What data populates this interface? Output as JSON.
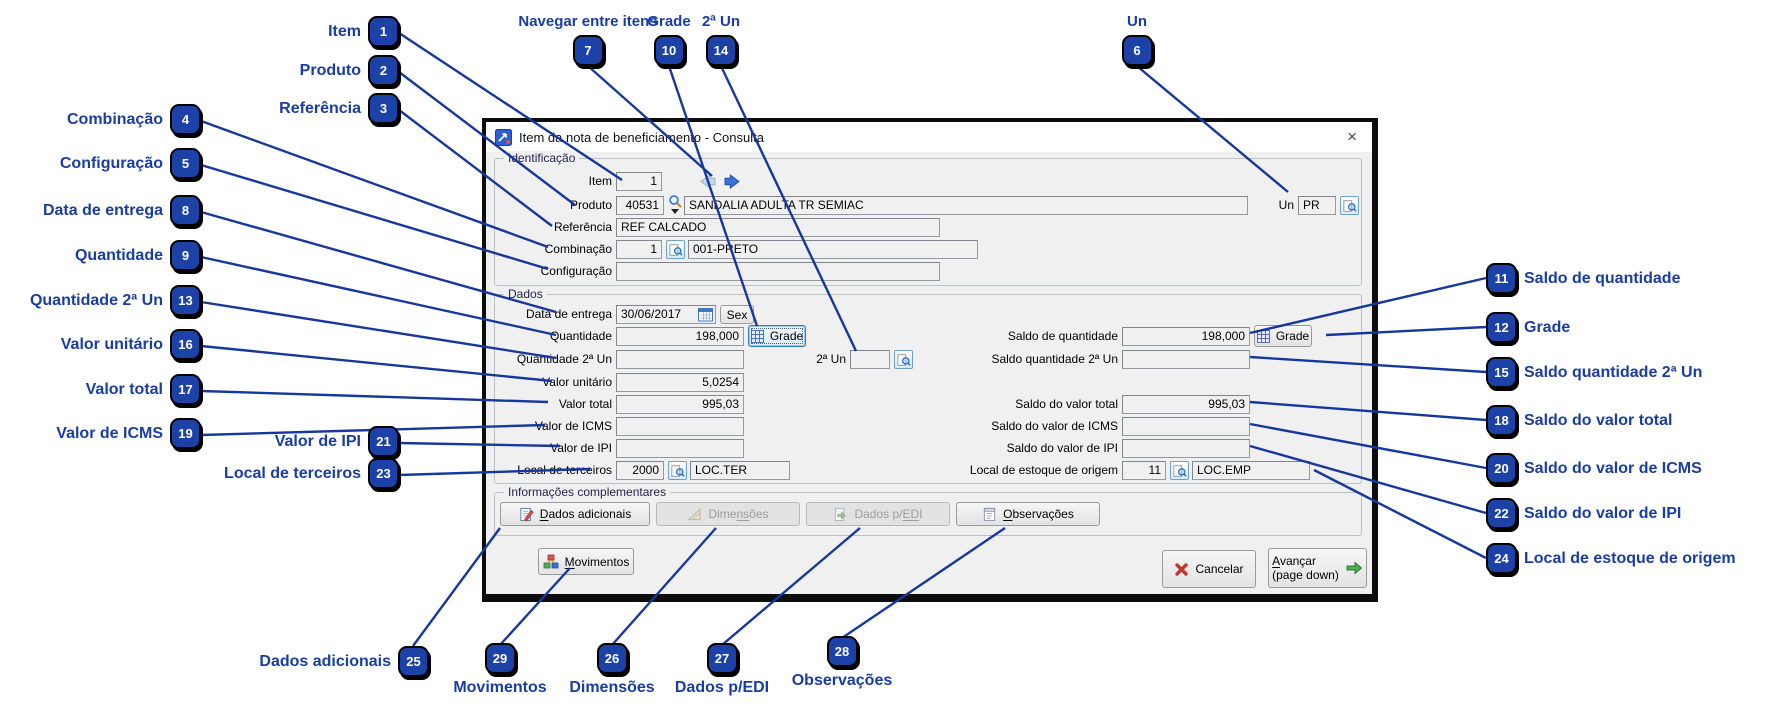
{
  "window": {
    "title": "Item da nota de beneficiamento - Consulta",
    "close_glyph": "×"
  },
  "groups": {
    "identificacao": "Identificação",
    "dados": "Dados",
    "info_complementares": "Informações complementares"
  },
  "fields": {
    "item": {
      "label": "Item",
      "value": "1"
    },
    "produto": {
      "label": "Produto",
      "code": "40531",
      "desc": "SANDALIA ADULTA TR SEMIAC"
    },
    "un": {
      "label": "Un",
      "value": "PR"
    },
    "referencia": {
      "label": "Referência",
      "value": "REF CALCADO"
    },
    "combinacao": {
      "label": "Combinação",
      "code": "1",
      "desc": "001-PRETO"
    },
    "configuracao": {
      "label": "Configuração",
      "value": ""
    },
    "data_entrega": {
      "label": "Data de entrega",
      "value": "30/06/2017",
      "weekday": "Sex"
    },
    "quantidade": {
      "label": "Quantidade",
      "value": "198,000",
      "grade_label": "Grade"
    },
    "saldo_quantidade": {
      "label": "Saldo de quantidade",
      "value": "198,000",
      "grade_label": "Grade"
    },
    "quantidade_2un": {
      "label": "Quantidade 2ª Un",
      "value": ""
    },
    "un2": {
      "label": "2ª Un",
      "value": ""
    },
    "saldo_quantidade_2un": {
      "label": "Saldo quantidade 2ª Un",
      "value": ""
    },
    "valor_unitario": {
      "label": "Valor unitário",
      "value": "5,0254"
    },
    "valor_total": {
      "label": "Valor total",
      "value": "995,03"
    },
    "saldo_valor_total": {
      "label": "Saldo do valor total",
      "value": "995,03"
    },
    "valor_icms": {
      "label": "Valor de ICMS",
      "value": ""
    },
    "saldo_valor_icms": {
      "label": "Saldo do valor de ICMS",
      "value": ""
    },
    "valor_ipi": {
      "label": "Valor de IPI",
      "value": ""
    },
    "saldo_valor_ipi": {
      "label": "Saldo do valor de IPI",
      "value": ""
    },
    "local_terceiros": {
      "label": "Local de terceiros",
      "code": "2000",
      "desc": "LOC.TER"
    },
    "local_origem": {
      "label": "Local de estoque de origem",
      "code": "11",
      "desc": "LOC.EMP"
    }
  },
  "buttons": {
    "dados_adicionais": {
      "pre": "",
      "accel": "D",
      "post": "ados adicionais"
    },
    "dimensoes": {
      "pre": "Dime",
      "accel": "ns",
      "post": "ões"
    },
    "dados_edi": {
      "pre": "Dados p/",
      "accel": "ED",
      "post": "I"
    },
    "observacoes": {
      "pre": "",
      "accel": "O",
      "post": "bservações"
    },
    "movimentos": {
      "pre": "",
      "accel": "M",
      "post": "ovimentos"
    },
    "cancelar": {
      "label": "Cancelar"
    },
    "avancar": {
      "pre": "",
      "accel": "A",
      "post": "vançar",
      "line2": "(page down)"
    }
  },
  "icons": {
    "app": "blue-window-glyph",
    "close": "×",
    "nav_prev": "left-arrow",
    "nav_next": "right-arrow",
    "search": "magnifier",
    "lookup": "magnifier-over-document",
    "calendar": "calendar",
    "grade": "grid",
    "cancel": "red-x",
    "avancar": "green-right-arrow"
  },
  "callouts": {
    "c1": {
      "num": "1",
      "label": "Item"
    },
    "c2": {
      "num": "2",
      "label": "Produto"
    },
    "c3": {
      "num": "3",
      "label": "Referência"
    },
    "c4": {
      "num": "4",
      "label": "Combinação"
    },
    "c5": {
      "num": "5",
      "label": "Configuração"
    },
    "c6": {
      "num": "6",
      "label": "Un"
    },
    "c7": {
      "num": "7",
      "label": "Navegar entre itens"
    },
    "c8": {
      "num": "8",
      "label": "Data de entrega"
    },
    "c9": {
      "num": "9",
      "label": "Quantidade"
    },
    "c10": {
      "num": "10",
      "label": "Grade"
    },
    "c11": {
      "num": "11",
      "label": "Saldo de quantidade"
    },
    "c12": {
      "num": "12",
      "label": "Grade"
    },
    "c13": {
      "num": "13",
      "label": "Quantidade 2ª Un"
    },
    "c14": {
      "num": "14",
      "label": "2ª Un"
    },
    "c15": {
      "num": "15",
      "label": "Saldo quantidade 2ª Un"
    },
    "c16": {
      "num": "16",
      "label": "Valor unitário"
    },
    "c17": {
      "num": "17",
      "label": "Valor total"
    },
    "c18": {
      "num": "18",
      "label": "Saldo do valor total"
    },
    "c19": {
      "num": "19",
      "label": "Valor de ICMS"
    },
    "c20": {
      "num": "20",
      "label": "Saldo do valor de ICMS"
    },
    "c21": {
      "num": "21",
      "label": "Valor de IPI"
    },
    "c22": {
      "num": "22",
      "label": "Saldo do valor de IPI"
    },
    "c23": {
      "num": "23",
      "label": "Local de terceiros"
    },
    "c24": {
      "num": "24",
      "label": "Local de estoque de origem"
    },
    "c25": {
      "num": "25",
      "label": "Dados adicionais"
    },
    "c26": {
      "num": "26",
      "label": "Dimensões"
    },
    "c27": {
      "num": "27",
      "label": "Dados p/EDI"
    },
    "c28": {
      "num": "28",
      "label": "Observações"
    },
    "c29": {
      "num": "29",
      "label": "Movimentos"
    }
  }
}
